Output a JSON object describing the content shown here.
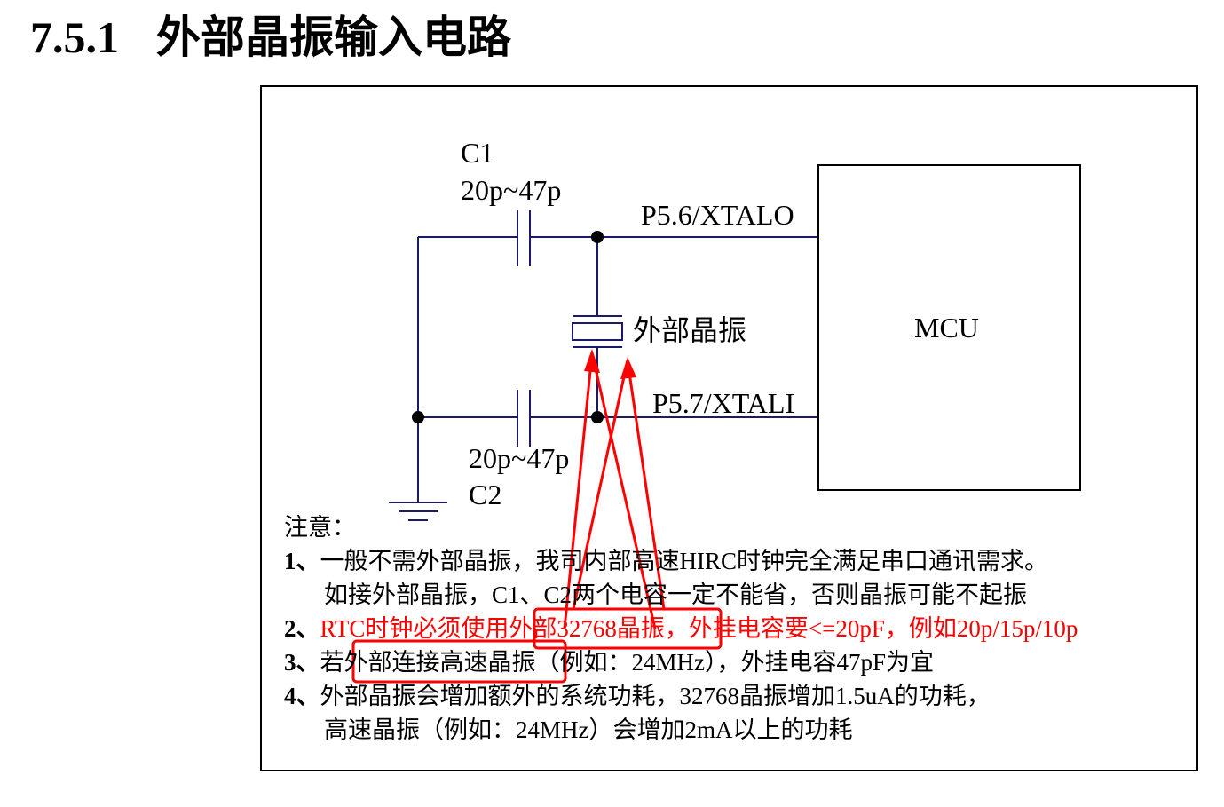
{
  "heading": {
    "number": "7.5.1",
    "title": "外部晶振输入电路"
  },
  "diagram": {
    "c1_name": "C1",
    "c1_value": "20p~47p",
    "c2_name": "C2",
    "c2_value": "20p~47p",
    "pin_out": "P5.6/XTALO",
    "pin_in": "P5.7/XTALI",
    "crystal_label": "外部晶振",
    "mcu_label": "MCU"
  },
  "notes": {
    "title": "注意：",
    "line1_num": "1、",
    "line1_text": "一般不需外部晶振，我司内部高速HIRC时钟完全满足串口通讯需求。",
    "line1b_text": "如接外部晶振，C1、C2两个电容一定不能省，否则晶振可能不起振",
    "line2_num": "2、",
    "line2_text": "RTC时钟必须使用外部32768晶振，外挂电容要<=20pF，例如20p/15p/10p",
    "line3_num": "3、",
    "line3_text": "若外部连接高速晶振（例如：24MHz），外挂电容47pF为宜",
    "line4_num": "4、",
    "line4_text": "外部晶振会增加额外的系统功耗，32768晶振增加1.5uA的功耗，",
    "line4b_text": "高速晶振（例如：24MHz）会增加2mA以上的功耗"
  },
  "colors": {
    "wire": "#1a1a66",
    "annotation": "#ff0000",
    "text": "#000000"
  }
}
